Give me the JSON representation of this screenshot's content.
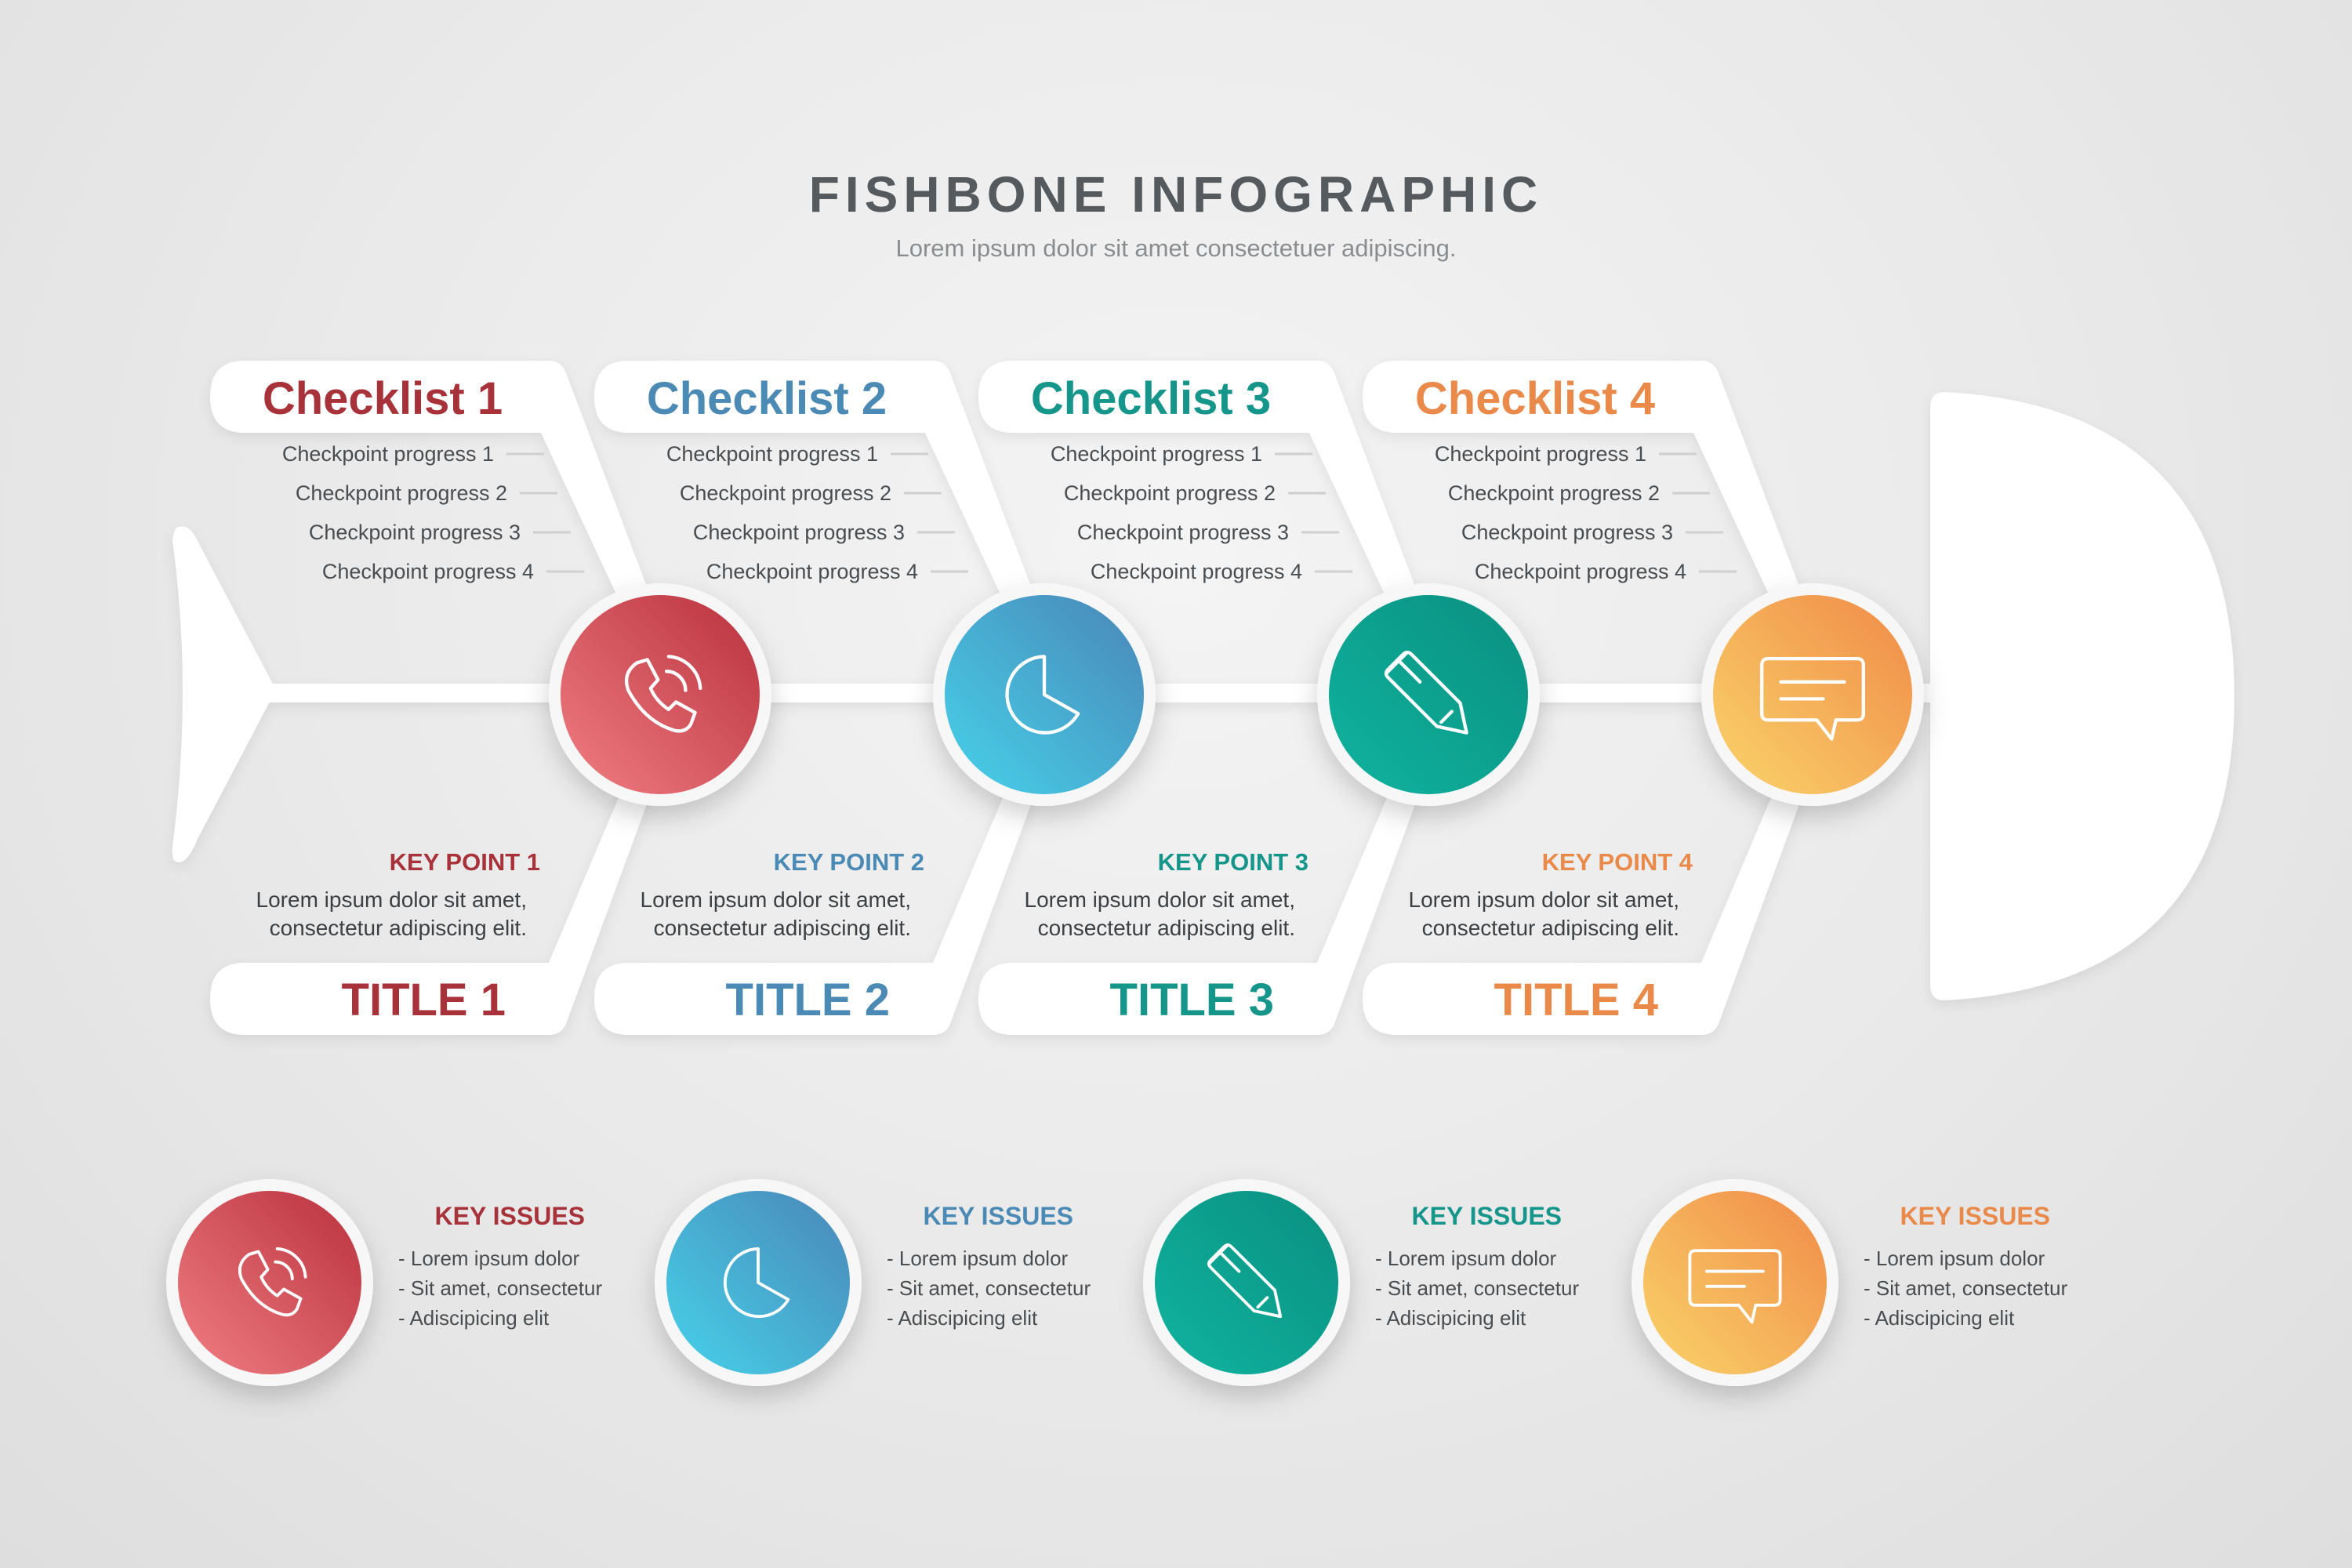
{
  "header": {
    "title": "FISHBONE INFOGRAPHIC",
    "subtitle": "Lorem ipsum dolor sit amet consectetuer adipiscing."
  },
  "colors": {
    "red": "#a8323a",
    "blue": "#4a8ab5",
    "teal": "#16958a",
    "orange": "#ea8a4a"
  },
  "sections": [
    {
      "checklist": "Checklist 1",
      "checkpoints": [
        "Checkpoint progress 1",
        "Checkpoint progress 2",
        "Checkpoint progress 3",
        "Checkpoint progress 4"
      ],
      "icon": "phone-icon",
      "key_point_title": "KEY POINT 1",
      "key_point_lines": [
        "Lorem ipsum dolor sit amet,",
        "consectetur adipiscing elit."
      ],
      "title": "TITLE 1",
      "color": "#a8323a",
      "grad": [
        "#f07e82",
        "#b9313d"
      ]
    },
    {
      "checklist": "Checklist 2",
      "checkpoints": [
        "Checkpoint progress 1",
        "Checkpoint progress 2",
        "Checkpoint progress 3",
        "Checkpoint progress 4"
      ],
      "icon": "pie-chart-icon",
      "key_point_title": "KEY POINT 2",
      "key_point_lines": [
        "Lorem ipsum dolor sit amet,",
        "consectetur adipiscing elit."
      ],
      "title": "TITLE 2",
      "color": "#4a8ab5",
      "grad": [
        "#46d2ea",
        "#4a86b8"
      ]
    },
    {
      "checklist": "Checklist 3",
      "checkpoints": [
        "Checkpoint progress 1",
        "Checkpoint progress 2",
        "Checkpoint progress 3",
        "Checkpoint progress 4"
      ],
      "icon": "pencil-icon",
      "key_point_title": "KEY POINT 3",
      "key_point_lines": [
        "Lorem ipsum dolor sit amet,",
        "consectetur adipiscing elit."
      ],
      "title": "TITLE 3",
      "color": "#16958a",
      "grad": [
        "#10b4a0",
        "#0a8f80"
      ]
    },
    {
      "checklist": "Checklist 4",
      "checkpoints": [
        "Checkpoint progress 1",
        "Checkpoint progress 2",
        "Checkpoint progress 3",
        "Checkpoint progress 4"
      ],
      "icon": "chat-icon",
      "key_point_title": "KEY POINT 4",
      "key_point_lines": [
        "Lorem ipsum dolor sit amet,",
        "consectetur adipiscing elit."
      ],
      "title": "TITLE 4",
      "color": "#ea8a4a",
      "grad": [
        "#fad46a",
        "#f08a48"
      ]
    }
  ],
  "issues": [
    {
      "title": "KEY ISSUES",
      "items": [
        "- Lorem ipsum dolor",
        "- Sit amet, consectetur",
        "- Adiscipicing elit"
      ],
      "icon": "phone-icon"
    },
    {
      "title": "KEY ISSUES",
      "items": [
        "- Lorem ipsum dolor",
        "- Sit amet, consectetur",
        "- Adiscipicing elit"
      ],
      "icon": "pie-chart-icon"
    },
    {
      "title": "KEY ISSUES",
      "items": [
        "- Lorem ipsum dolor",
        "- Sit amet, consectetur",
        "- Adiscipicing elit"
      ],
      "icon": "pencil-icon"
    },
    {
      "title": "KEY ISSUES",
      "items": [
        "- Lorem ipsum dolor",
        "- Sit amet, consectetur",
        "- Adiscipicing elit"
      ],
      "icon": "chat-icon"
    }
  ]
}
